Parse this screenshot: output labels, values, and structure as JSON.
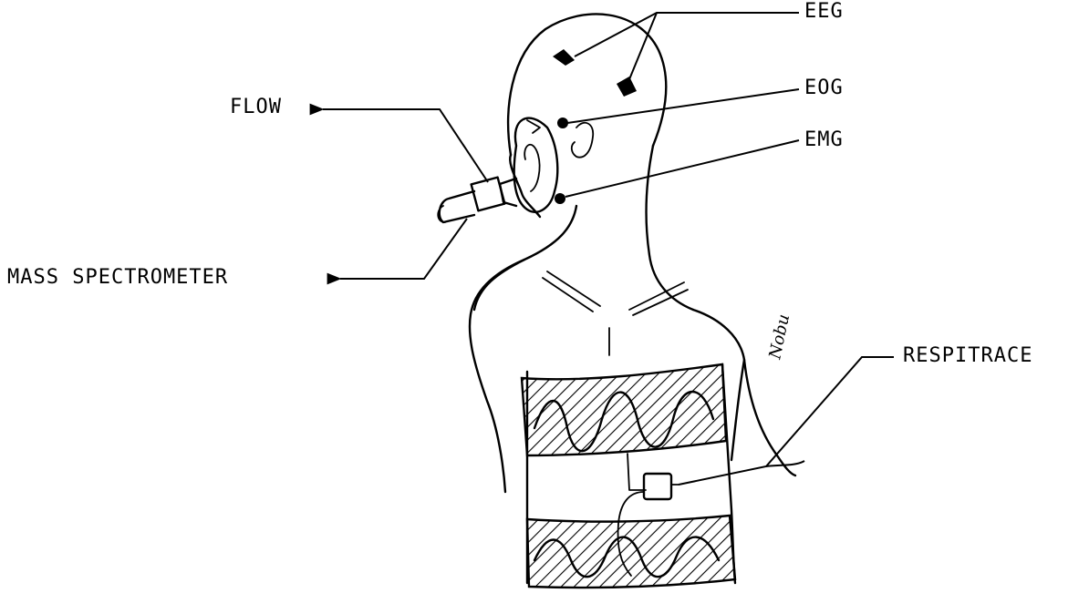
{
  "labels": {
    "eeg": "EEG",
    "eog": "EOG",
    "emg": "EMG",
    "flow": "FLOW",
    "mass_spectrometer": "MASS SPECTROMETER",
    "respitrace": "RESPITRACE"
  },
  "signature": "Nobu",
  "colors": {
    "ink": "#000000",
    "paper": "#ffffff"
  }
}
